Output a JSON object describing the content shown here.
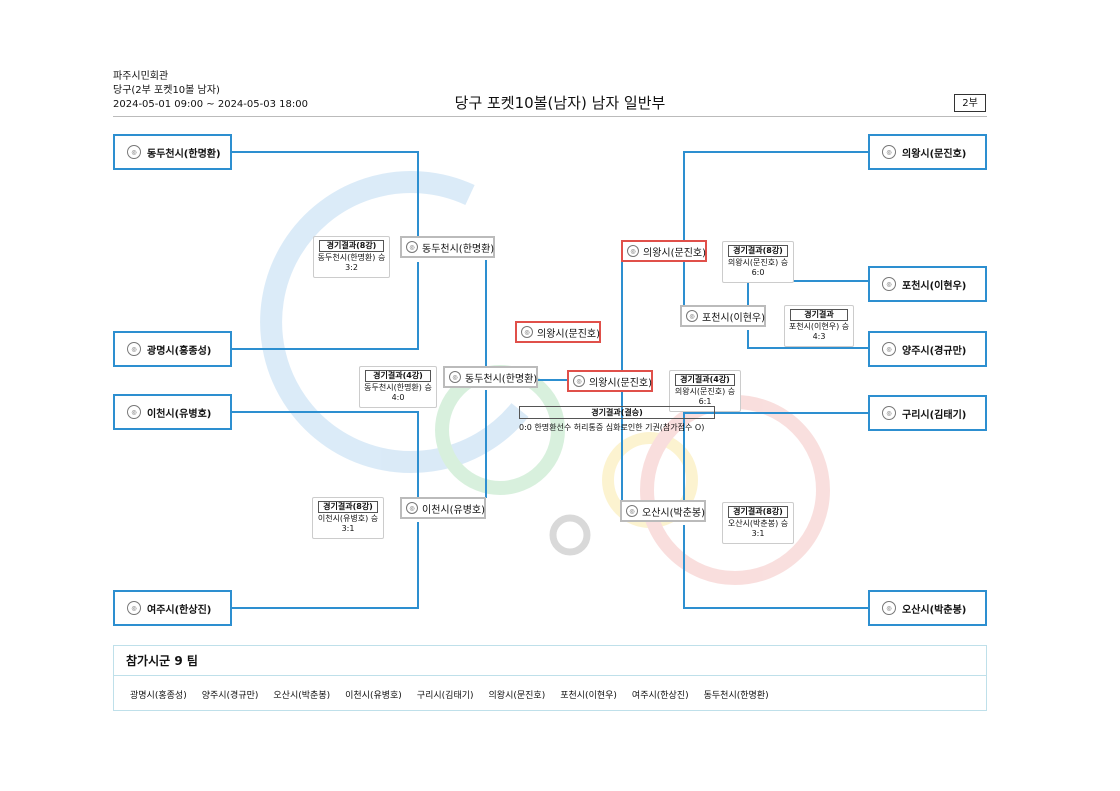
{
  "header": {
    "venue": "파주시민회관",
    "event": "당구(2부 포켓10볼 남자)",
    "period": "2024-05-01 09:00 ~ 2024-05-03 18:00",
    "title": "당구 포켓10볼(남자) 남자 일반부",
    "part": "2부"
  },
  "teams": {
    "l1": "동두천시(한명환)",
    "l2": "광명시(홍종성)",
    "l3": "이천시(유병호)",
    "l4": "여주시(한상진)",
    "r1": "의왕시(문진호)",
    "r2": "포천시(이현우)",
    "r3": "양주시(경규만)",
    "r4": "구리시(김태기)",
    "r5": "오산시(박춘봉)"
  },
  "winners": {
    "l_top": "동두천시(한명환)",
    "l_bot": "이천시(유병호)",
    "l_semi": "동두천시(한명환)",
    "champion": "의왕시(문진호)",
    "r_semi": "의왕시(문진호)",
    "r_top": "의왕시(문진호)",
    "r_mid": "포천시(이현우)",
    "r_bot": "오산시(박춘봉)"
  },
  "results": {
    "l_top": {
      "head": "경기결과(8강)",
      "winner": "동두천시(한명환) 승",
      "score": "3:2"
    },
    "l_semi": {
      "head": "경기결과(4강)",
      "winner": "동두천시(한명환) 승",
      "score": "4:0"
    },
    "l_bot": {
      "head": "경기결과(8강)",
      "winner": "이천시(유병호) 승",
      "score": "3:1"
    },
    "r_top": {
      "head": "경기결과(8강)",
      "winner": "의왕시(문진호) 승",
      "score": "6:0"
    },
    "r_mid": {
      "head": "경기결과",
      "winner": "포천시(이현우) 승",
      "score": "4:3"
    },
    "r_semi": {
      "head": "경기결과(4강)",
      "winner": "의왕시(문진호) 승",
      "score": "6:1"
    },
    "r_bot": {
      "head": "경기결과(8강)",
      "winner": "오산시(박춘봉) 승",
      "score": "3:1"
    },
    "final": {
      "head": "경기결과(결승)",
      "text": "0:0 한명환선수 허리통증 심화로인한 기권(참가점수 O)"
    }
  },
  "participants": {
    "title": "참가시군 9 팀",
    "list": [
      "광명시(홍종성)",
      "양주시(경규만)",
      "오산시(박춘봉)",
      "이천시(유병호)",
      "구리시(김태기)",
      "의왕시(문진호)",
      "포천시(이현우)",
      "여주시(한상진)",
      "동두천시(한명환)"
    ]
  },
  "colors": {
    "bracket": "#2d8fd0",
    "winner_highlight": "#e0504a"
  }
}
